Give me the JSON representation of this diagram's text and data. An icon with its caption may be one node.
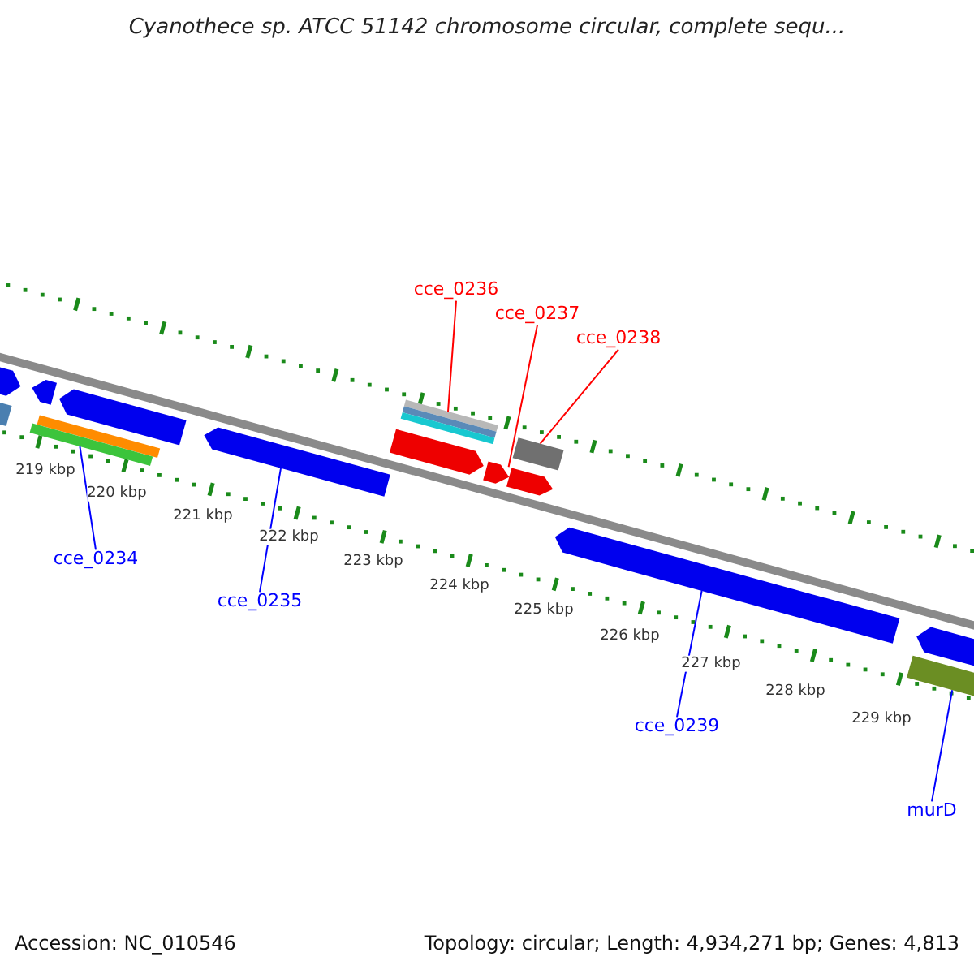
{
  "diagram": {
    "title": "Cyanothece sp. ATCC 51142 chromosome circular, complete sequ...",
    "nodes": [
      {
        "text": [
          "cce_0234"
        ]
      },
      {
        "text": [
          "cce_0235"
        ]
      },
      {
        "text": [
          "cce_0236"
        ]
      },
      {
        "text": [
          "cce_0237"
        ]
      },
      {
        "text": [
          "cce_0238"
        ]
      },
      {
        "text": [
          "cce_0239"
        ]
      },
      {
        "text": [
          "murD"
        ]
      },
      {
        "text": [],
        "shape": "bar"
      },
      {
        "text": [],
        "shape": "bar"
      },
      {
        "text": [],
        "shape": "bar"
      },
      {
        "text": [],
        "shape": "bar"
      },
      {
        "text": [],
        "shape": "bar"
      },
      {
        "text": [],
        "shape": "bar"
      },
      {
        "text": [],
        "shape": "bar"
      },
      {
        "text": [],
        "shape": "bar"
      },
      {
        "text": [],
        "shape": "bar"
      },
      {
        "text": [],
        "shape": "bar"
      },
      {
        "text": [],
        "shape": "bar"
      },
      {
        "text": [],
        "shape": "bar"
      },
      {
        "text": [],
        "shape": "bar"
      },
      {
        "text": [],
        "shape": "bar"
      }
    ],
    "edges": [
      {
        "from": 0,
        "to": 7,
        "arrow": "none"
      },
      {
        "from": 1,
        "to": 8,
        "arrow": "none"
      },
      {
        "from": 2,
        "to": 9,
        "arrow": "none",
        "color": "#ff0000"
      },
      {
        "from": 3,
        "to": 10,
        "arrow": "none",
        "color": "#ff0000"
      },
      {
        "from": 4,
        "to": 11,
        "arrow": "none",
        "color": "#ff0000"
      },
      {
        "from": 5,
        "to": 12,
        "arrow": "none"
      },
      {
        "from": 6,
        "to": 13,
        "arrow": "none"
      }
    ],
    "labels": [
      "219 kbp",
      "220 kbp",
      "221 kbp",
      "222 kbp",
      "223 kbp",
      "224 kbp",
      "225 kbp",
      "226 kbp",
      "227 kbp",
      "228 kbp",
      "229 kbp",
      "Accession: NC_010546",
      "Topology: circular; Length: 4,934,271 bp; Genes: 4,813"
    ]
  }
}
